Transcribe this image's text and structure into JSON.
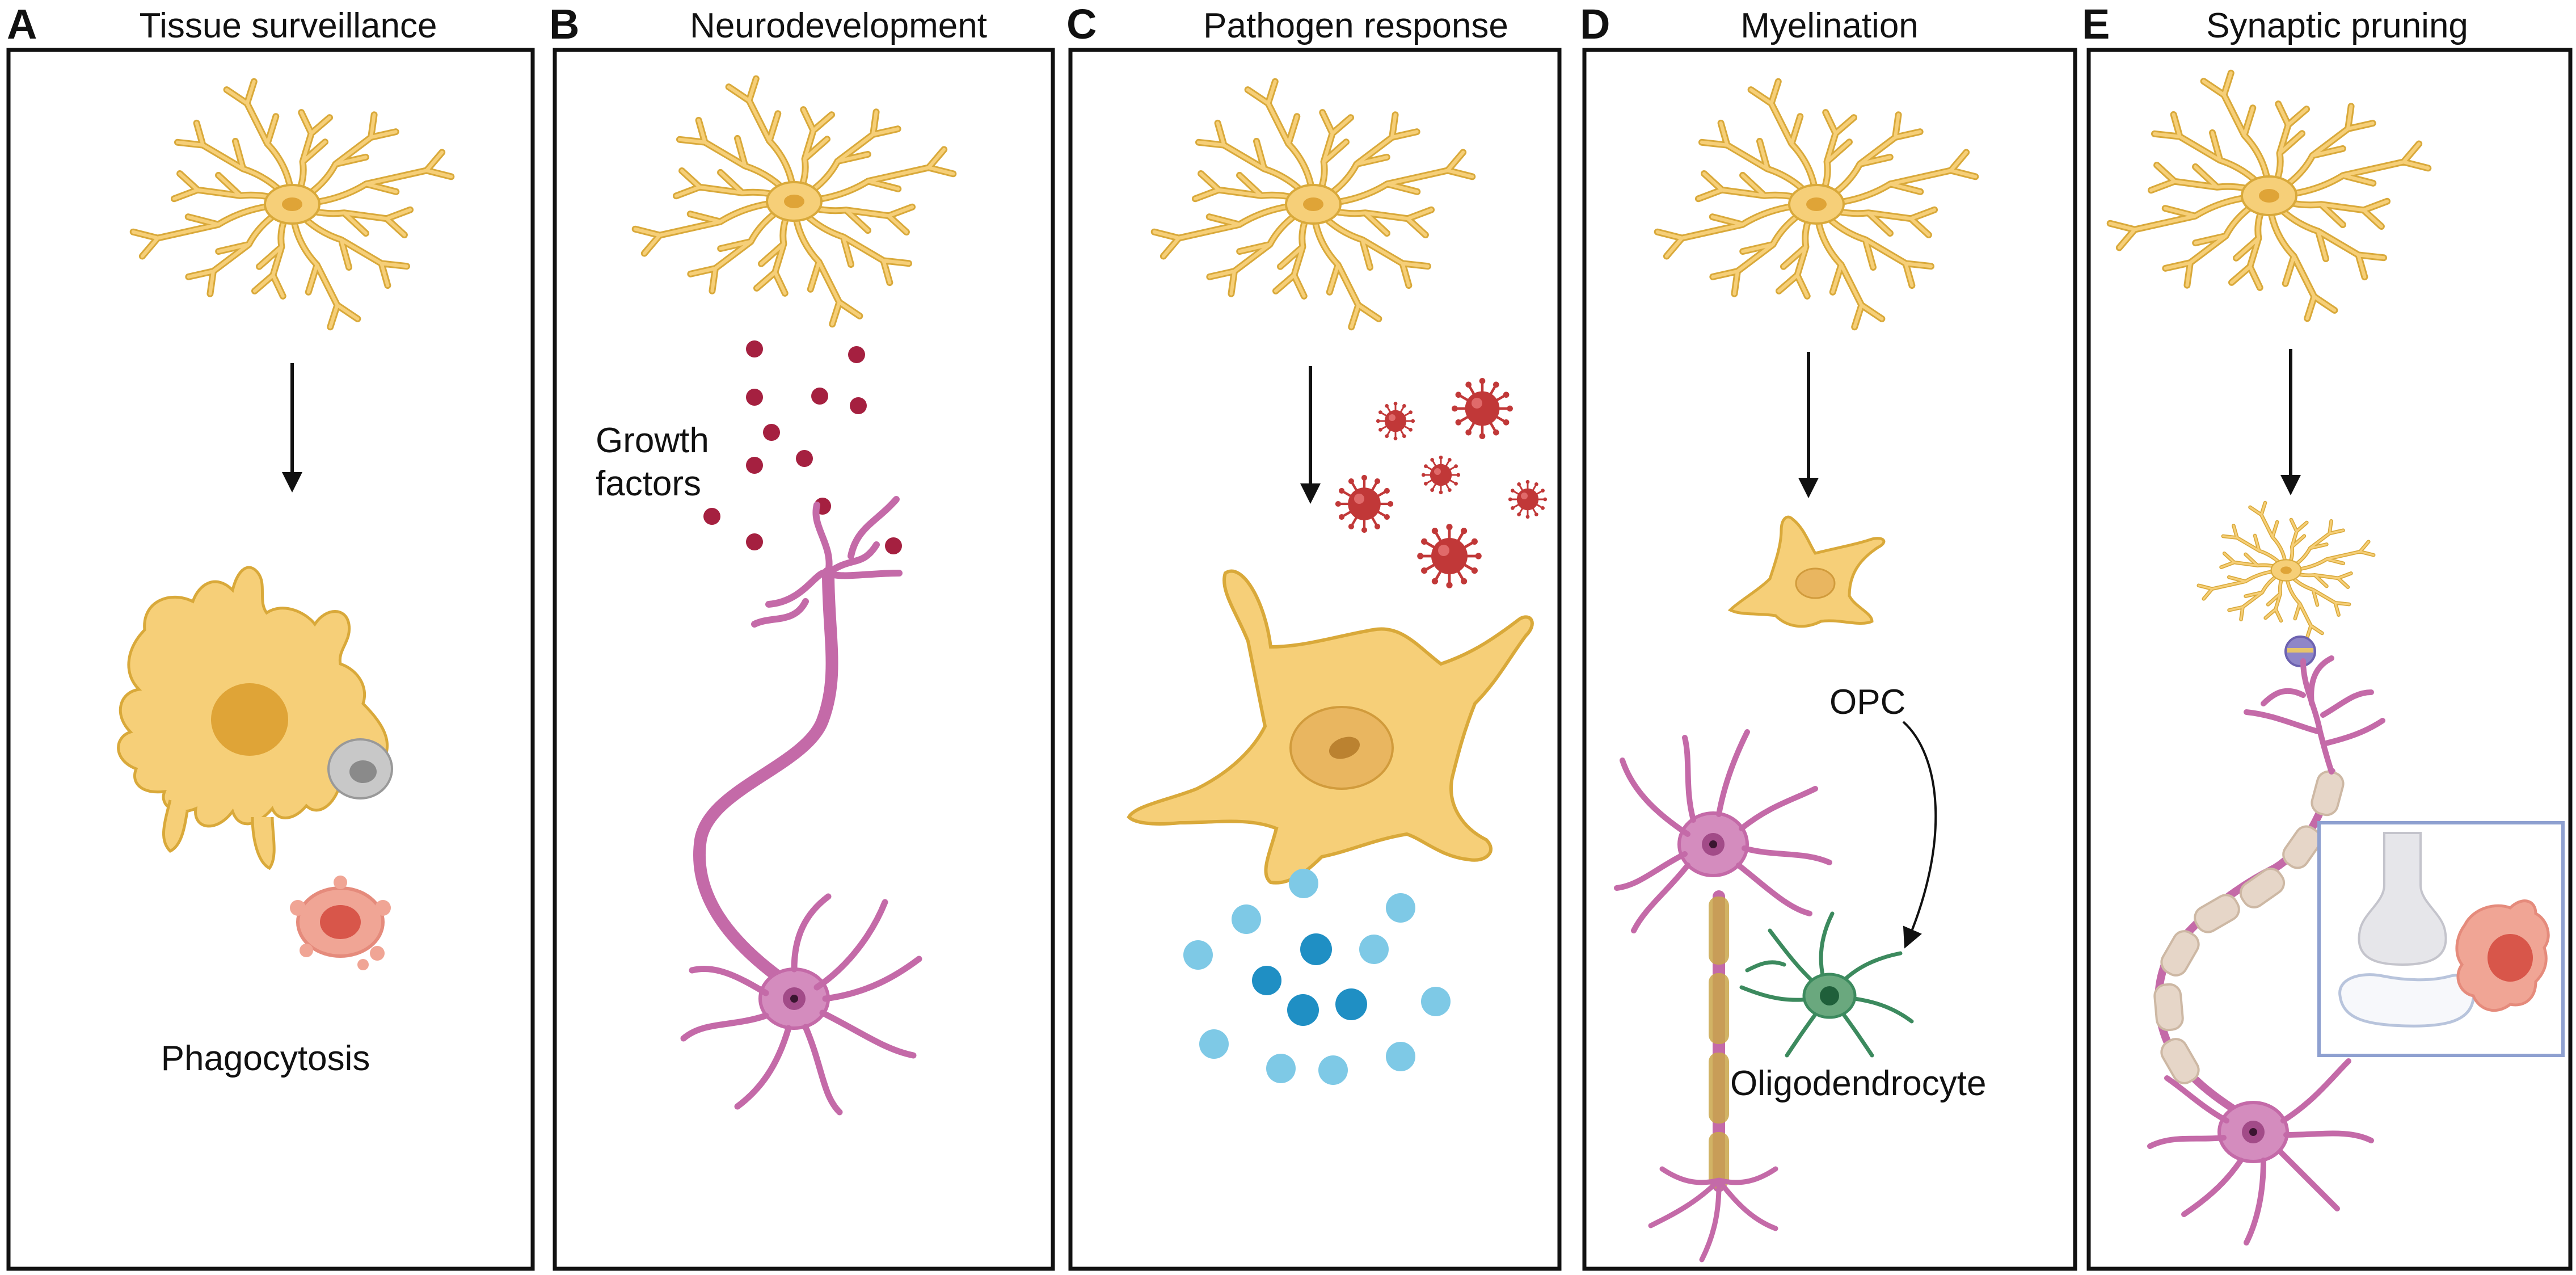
{
  "panels": [
    {
      "letter": "A",
      "title": "Tissue surveillance",
      "labels": {
        "phagocytosis": "Phagocytosis"
      }
    },
    {
      "letter": "B",
      "title": "Neurodevelopment",
      "labels": {
        "growth": "Growth",
        "factors": "factors"
      }
    },
    {
      "letter": "C",
      "title": "Pathogen response",
      "labels": {}
    },
    {
      "letter": "D",
      "title": "Myelination",
      "labels": {
        "opc": "OPC",
        "oligodendrocyte": "Oligodendrocyte"
      }
    },
    {
      "letter": "E",
      "title": "Synaptic pruning",
      "labels": {}
    }
  ],
  "colors": {
    "microglia_outline": "#d9a93a",
    "microglia_fill": "#f6cf78",
    "microglia_nucleus": "#dfa437",
    "neuron": "#c46aa8",
    "neuron_nucleus": "#a24b88",
    "growth_factor": "#a52040",
    "virus": "#c13838",
    "droplet_light": "#7ec9e6",
    "droplet_dark": "#1f8fc4",
    "oligodendrocyte": "#3c8a5e",
    "myelin": "#c9a64a",
    "myelin_segment": "#e6d6c8",
    "inset_border": "#8ea0d0",
    "debris": "#e58b7c",
    "arrow": "#111111"
  },
  "icons": [
    "resting-microglia-icon",
    "phagocytic-microglia-icon",
    "apoptotic-cell-icon",
    "neuron-icon",
    "growth-factor-dot-icon",
    "virus-icon",
    "cytokine-droplet-icon",
    "oligodendrocyte-icon",
    "myelinated-axon-icon",
    "synapse-icon",
    "down-arrow-icon"
  ]
}
